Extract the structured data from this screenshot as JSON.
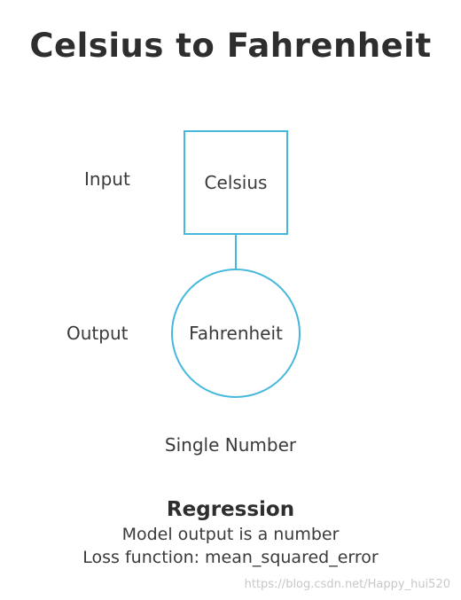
{
  "title": "Celsius to Fahrenheit",
  "diagram": {
    "input_label": "Input",
    "output_label": "Output",
    "input_node": "Celsius",
    "output_node": "Fahrenheit",
    "caption": "Single Number",
    "node_color": "#45b8dc"
  },
  "footer": {
    "heading": "Regression",
    "line1": "Model output is a number",
    "line2": "Loss function: mean_squared_error"
  },
  "watermark": "https://blog.csdn.net/Happy_hui520"
}
